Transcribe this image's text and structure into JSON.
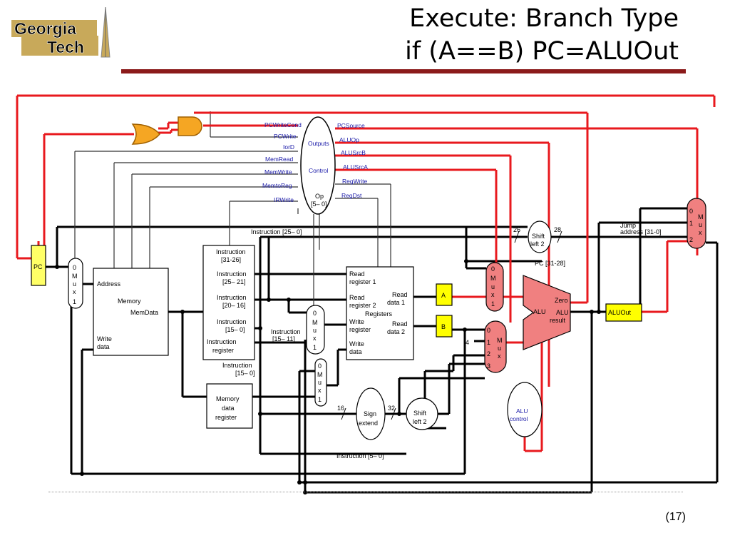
{
  "slide": {
    "title_line1": "Execute: Branch Type",
    "title_line2": "if (A==B) PC=ALUOut",
    "page_number": "(17)",
    "logo_line1": "Georgia",
    "logo_line2": "Tech"
  },
  "colors": {
    "active_path": "#e8191e",
    "control_text": "#1a1aa8",
    "mux_fill": "#f08080",
    "register_fill": "#ffff00",
    "title_rule": "#8b1a1a"
  },
  "diagram": {
    "control": {
      "outputs_label": "Outputs",
      "control_label": "Control",
      "op_label": "Op",
      "op_bits": "[5– 0]",
      "signals_left": [
        "PCWriteCond",
        "PCWrite",
        "IorD",
        "MemRead",
        "MemWrite",
        "MemtoReg",
        "IRWrite"
      ],
      "signals_right": [
        "PCSource",
        "ALUOp",
        "ALUSrcB",
        "ALUSrcA",
        "RegWrite",
        "RegDst"
      ]
    },
    "pc": "PC",
    "mux_pc": [
      "0",
      "M",
      "u",
      "x",
      "1"
    ],
    "memory": {
      "address": "Address",
      "memory": "Memory",
      "memdata": "MemData",
      "write": "Write",
      "data": "data"
    },
    "instr_reg": {
      "f1a": "Instruction",
      "f1b": "[31-26]",
      "f2a": "Instruction",
      "f2b": "[25– 21]",
      "f3a": "Instruction",
      "f3b": "[20– 16]",
      "f4a": "Instruction",
      "f4b": "[15– 0]",
      "name_a": "Instruction",
      "name_b": "register"
    },
    "instr_25_0": "Instruction [25– 0]",
    "instr_15_11_a": "Instruction",
    "instr_15_11_b": "[15– 11]",
    "instr_15_0_a": "Instruction",
    "instr_15_0_b": "[15– 0]",
    "instr_5_0": "Instruction [5– 0]",
    "mdr": {
      "l1": "Memory",
      "l2": "data",
      "l3": "register"
    },
    "mux_regdst": [
      "0",
      "M",
      "u",
      "x",
      "1"
    ],
    "mux_memtoreg": [
      "0",
      "M",
      "u",
      "x",
      "1"
    ],
    "registers": {
      "rr1a": "Read",
      "rr1b": "register 1",
      "rr2a": "Read",
      "rr2b": "register 2",
      "wra": "Write",
      "wrb": "register",
      "wda": "Write",
      "wdb": "data",
      "rd1a": "Read",
      "rd1b": "data 1",
      "rd2a": "Read",
      "rd2b": "data 2",
      "name": "Registers"
    },
    "reg_a": "A",
    "reg_b": "B",
    "mux_alua": [
      "0",
      "M",
      "u",
      "x",
      "1"
    ],
    "mux_alub": {
      "i0": "0",
      "i1": "1",
      "i2": "2",
      "i3": "3",
      "name": [
        "M",
        "u",
        "x"
      ]
    },
    "const_four": "4",
    "alu": {
      "alu": "ALU",
      "zero": "Zero",
      "result_a": "ALU",
      "result_b": "result"
    },
    "aluout": "ALUOut",
    "alu_control": {
      "l1": "ALU",
      "l2": "control"
    },
    "sign_extend": {
      "l1": "Sign",
      "l2": "extend",
      "in_bits": "16",
      "out_bits": "32"
    },
    "shift_left2_b": {
      "l1": "Shift",
      "l2": "left 2"
    },
    "shift_left2_j": {
      "l1": "Shift",
      "l2": "left 2",
      "in_bits": "26",
      "out_bits": "28"
    },
    "jump": {
      "l1": "Jump",
      "l2": "address [31-0]"
    },
    "pc_31_28": "PC [31-28]",
    "mux_pcsrc": {
      "i0": "0",
      "i1": "1",
      "i2": "2",
      "name": [
        "M",
        "u",
        "x"
      ]
    }
  }
}
